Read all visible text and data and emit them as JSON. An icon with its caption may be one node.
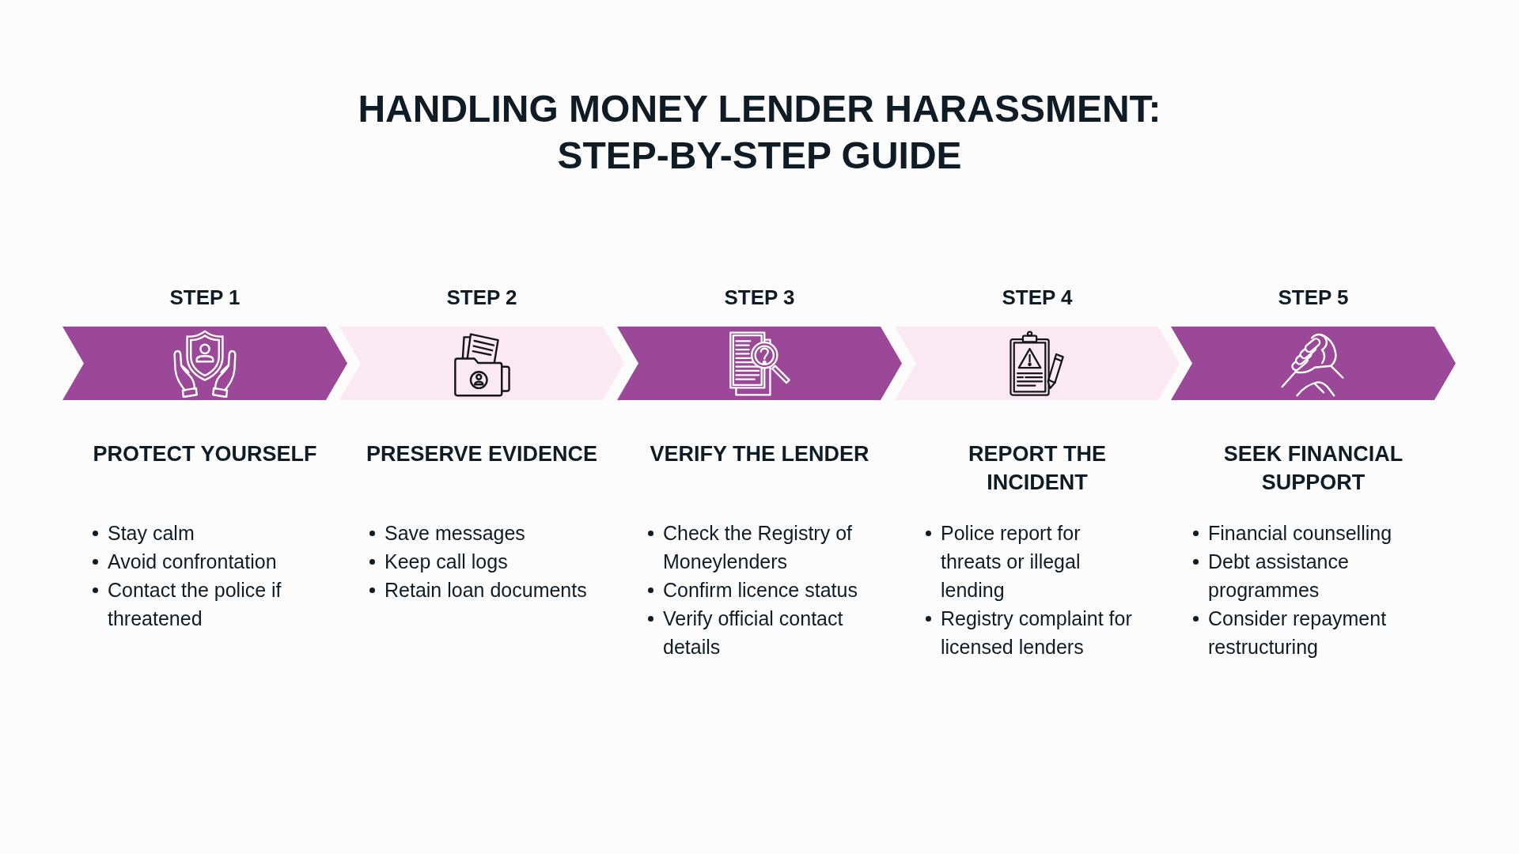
{
  "diagram": {
    "title": "HANDLING MONEY LENDER HARASSMENT: STEP-BY-STEP GUIDE",
    "nodes": [
      {
        "text": [
          "STEP 1"
        ],
        "beside": [
          "PROTECT YOURSELF",
          "Stay calm",
          "Avoid confrontation",
          "Contact the police if threatened"
        ]
      },
      {
        "text": [
          "STEP 2"
        ],
        "beside": [
          "PRESERVE EVIDENCE",
          "Save messages",
          "Keep call logs",
          "Retain loan documents"
        ]
      },
      {
        "text": [
          "STEP 3"
        ],
        "beside": [
          "VERIFY THE LENDER",
          "Check the Registry of Moneylenders",
          "Confirm licence status",
          "Verify official contact details"
        ]
      },
      {
        "text": [
          "STEP 4"
        ],
        "beside": [
          "REPORT THE INCIDENT",
          "Police report for threats or illegal lending",
          "Registry complaint for licensed lenders"
        ]
      },
      {
        "text": [
          "STEP 5"
        ],
        "beside": [
          "SEEK FINANCIAL SUPPORT",
          "Financial counselling",
          "Debt assistance programmes",
          "Consider repayment restructuring"
        ]
      }
    ]
  }
}
